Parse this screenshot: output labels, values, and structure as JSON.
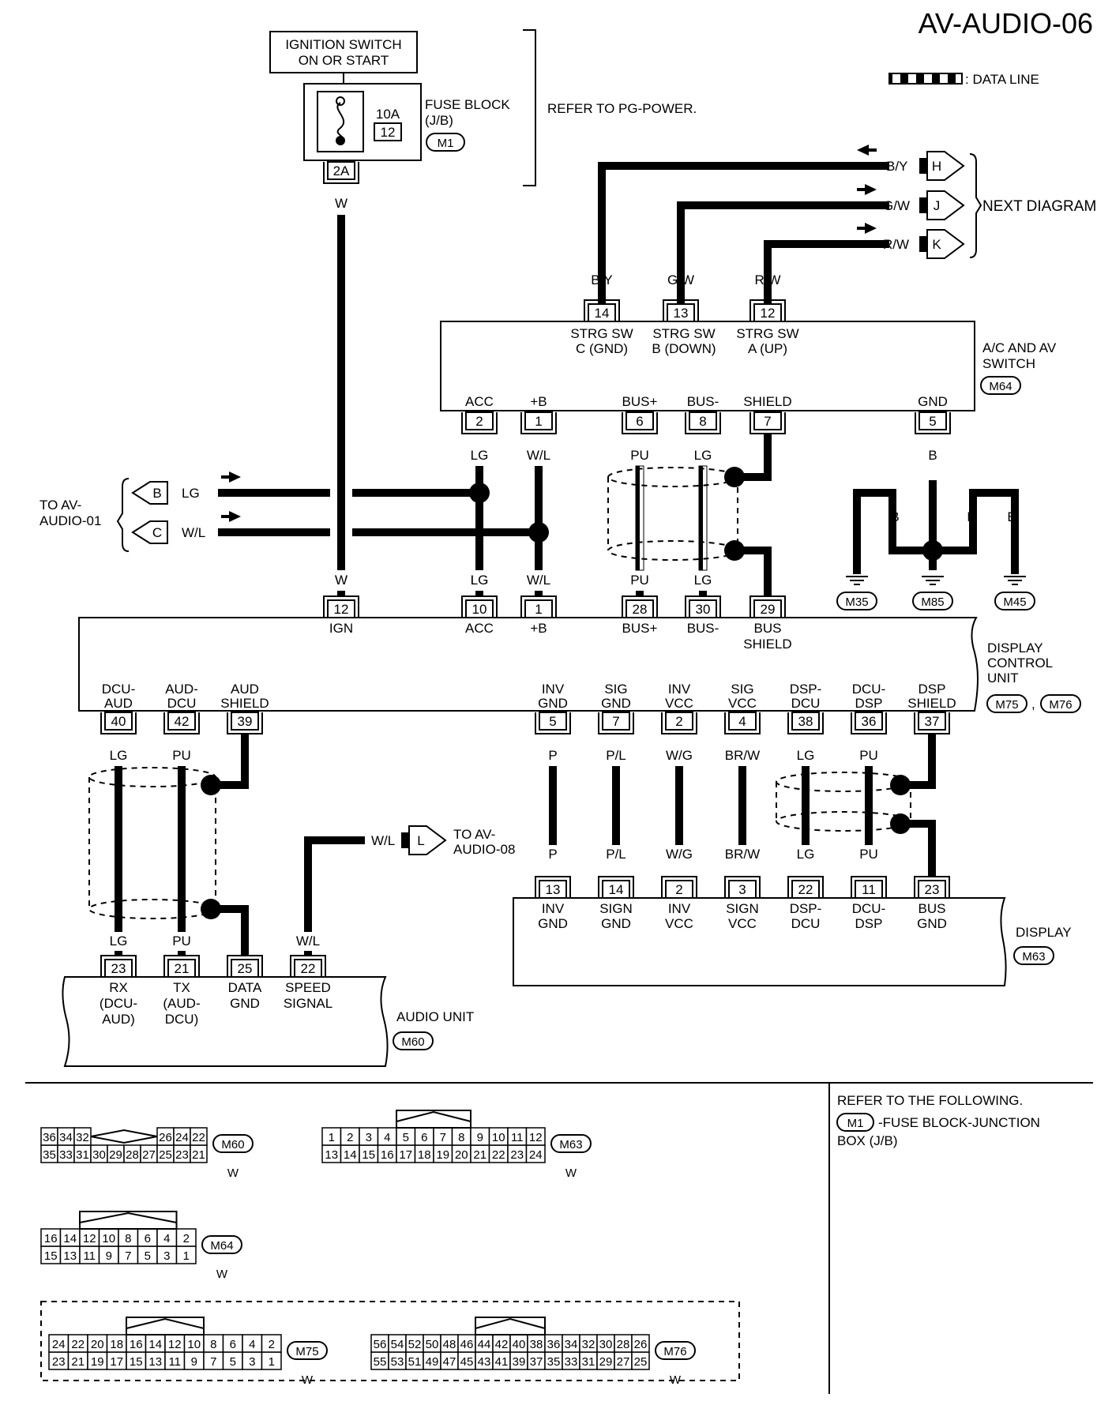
{
  "page_title": "AV-AUDIO-06",
  "legend": {
    "data_line": ": DATA LINE"
  },
  "ignition": {
    "line1": "IGNITION SWITCH",
    "line2": "ON OR START"
  },
  "fuse_block": {
    "line1": "FUSE BLOCK",
    "line2": "(J/B)",
    "amp": "10A",
    "fuse_no": "12",
    "connector": "M1",
    "terminal": "2A",
    "wire": "W"
  },
  "refer_power": "REFER TO PG-POWER.",
  "next_diagram": {
    "label": "NEXT DIAGRAM",
    "items": [
      {
        "wire": "B/Y",
        "letter": "H"
      },
      {
        "wire": "G/W",
        "letter": "J"
      },
      {
        "wire": "R/W",
        "letter": "K"
      }
    ]
  },
  "av_switch": {
    "name1": "A/C AND AV",
    "name2": "SWITCH",
    "connector": "M64",
    "top_pins": [
      {
        "wire": "B/Y",
        "pin": "14",
        "l1": "STRG SW",
        "l2": "C (GND)"
      },
      {
        "wire": "G/W",
        "pin": "13",
        "l1": "STRG SW",
        "l2": "B (DOWN)"
      },
      {
        "wire": "R/W",
        "pin": "12",
        "l1": "STRG SW",
        "l2": "A (UP)"
      }
    ],
    "bottom_pins": [
      {
        "label": "ACC",
        "pin": "2",
        "wire": "LG"
      },
      {
        "label": "+B",
        "pin": "1",
        "wire": "W/L"
      },
      {
        "label": "BUS+",
        "pin": "6",
        "wire": "PU"
      },
      {
        "label": "BUS-",
        "pin": "8",
        "wire": "LG"
      },
      {
        "label": "SHIELD",
        "pin": "7"
      },
      {
        "label": "GND",
        "pin": "5",
        "wire": "B"
      }
    ]
  },
  "to_audio01": {
    "l1": "TO AV-",
    "l2": "AUDIO-01",
    "items": [
      {
        "letter": "B",
        "wire": "LG"
      },
      {
        "letter": "C",
        "wire": "W/L"
      }
    ]
  },
  "grounds": {
    "wires": [
      "B",
      "B",
      "B",
      "B",
      "B"
    ],
    "connectors": [
      "M35",
      "M85",
      "M45"
    ]
  },
  "dcu": {
    "name1": "DISPLAY",
    "name2": "CONTROL",
    "name3": "UNIT",
    "conn_a": "M75",
    "conn_sep": ",",
    "conn_b": "M76",
    "top_pins": [
      {
        "wire": "W",
        "pin": "12",
        "l1": "IGN",
        "l2": ""
      },
      {
        "wire": "LG",
        "pin": "10",
        "l1": "ACC",
        "l2": ""
      },
      {
        "wire": "W/L",
        "pin": "1",
        "l1": "+B",
        "l2": ""
      },
      {
        "wire": "PU",
        "pin": "28",
        "l1": "BUS+",
        "l2": ""
      },
      {
        "wire": "LG",
        "pin": "30",
        "l1": "BUS-",
        "l2": ""
      },
      {
        "wire": "",
        "pin": "29",
        "l1": "BUS",
        "l2": "SHIELD"
      }
    ],
    "bottom_pins": [
      {
        "l1": "DCU-",
        "l2": "AUD",
        "pin": "40"
      },
      {
        "l1": "AUD-",
        "l2": "DCU",
        "pin": "42"
      },
      {
        "l1": "AUD",
        "l2": "SHIELD",
        "pin": "39"
      },
      {
        "l1": "INV",
        "l2": "GND",
        "pin": "5"
      },
      {
        "l1": "SIG",
        "l2": "GND",
        "pin": "7"
      },
      {
        "l1": "INV",
        "l2": "VCC",
        "pin": "2"
      },
      {
        "l1": "SIG",
        "l2": "VCC",
        "pin": "4"
      },
      {
        "l1": "DSP-",
        "l2": "DCU",
        "pin": "38"
      },
      {
        "l1": "DCU-",
        "l2": "DSP",
        "pin": "36"
      },
      {
        "l1": "DSP",
        "l2": "SHIELD",
        "pin": "37"
      }
    ]
  },
  "audio_unit": {
    "name": "AUDIO UNIT",
    "connector": "M60",
    "wires_top": [
      "LG",
      "PU"
    ],
    "pins": [
      {
        "wire": "LG",
        "pin": "23",
        "l1": "RX",
        "l2": "(DCU-",
        "l3": "AUD)"
      },
      {
        "wire": "PU",
        "pin": "21",
        "l1": "TX",
        "l2": "(AUD-",
        "l3": "DCU)"
      },
      {
        "wire": "",
        "pin": "25",
        "l1": "DATA",
        "l2": "GND",
        "l3": ""
      },
      {
        "wire": "W/L",
        "pin": "22",
        "l1": "SPEED",
        "l2": "SIGNAL",
        "l3": ""
      }
    ]
  },
  "to_audio08": {
    "wire": "W/L",
    "letter": "L",
    "l1": "TO AV-",
    "l2": "AUDIO-08"
  },
  "display": {
    "name": "DISPLAY",
    "connector": "M63",
    "wires_top": [
      "P",
      "P/L",
      "W/G",
      "BR/W",
      "LG",
      "PU"
    ],
    "pins": [
      {
        "wire": "P",
        "pin": "13",
        "l1": "INV",
        "l2": "GND"
      },
      {
        "wire": "P/L",
        "pin": "14",
        "l1": "SIGN",
        "l2": "GND"
      },
      {
        "wire": "W/G",
        "pin": "2",
        "l1": "INV",
        "l2": "VCC"
      },
      {
        "wire": "BR/W",
        "pin": "3",
        "l1": "SIGN",
        "l2": "VCC"
      },
      {
        "wire": "LG",
        "pin": "22",
        "l1": "DSP-",
        "l2": "DCU"
      },
      {
        "wire": "PU",
        "pin": "11",
        "l1": "DCU-",
        "l2": "DSP"
      },
      {
        "wire": "",
        "pin": "23",
        "l1": "BUS",
        "l2": "GND"
      }
    ]
  },
  "refer_following": {
    "title": "REFER TO THE FOLLOWING.",
    "conn": "M1",
    "l1": "-FUSE BLOCK-JUNCTION",
    "l2": "BOX (J/B)"
  },
  "connectors": {
    "m60": {
      "label": "M60",
      "color": "W",
      "row1": [
        "36",
        "34",
        "32",
        "26",
        "24",
        "22"
      ],
      "row2": [
        "35",
        "33",
        "31",
        "30",
        "29",
        "28",
        "27",
        "25",
        "23",
        "21"
      ]
    },
    "m63": {
      "label": "M63",
      "color": "W",
      "row1": [
        "1",
        "2",
        "3",
        "4",
        "5",
        "6",
        "7",
        "8",
        "9",
        "10",
        "11",
        "12"
      ],
      "row2": [
        "13",
        "14",
        "15",
        "16",
        "17",
        "18",
        "19",
        "20",
        "21",
        "22",
        "23",
        "24"
      ]
    },
    "m64": {
      "label": "M64",
      "color": "W",
      "row1": [
        "16",
        "14",
        "12",
        "10",
        "8",
        "6",
        "4",
        "2"
      ],
      "row2": [
        "15",
        "13",
        "11",
        "9",
        "7",
        "5",
        "3",
        "1"
      ]
    },
    "m75": {
      "label": "M75",
      "color": "W",
      "row1": [
        "24",
        "22",
        "20",
        "18",
        "16",
        "14",
        "12",
        "10",
        "8",
        "6",
        "4",
        "2"
      ],
      "row2": [
        "23",
        "21",
        "19",
        "17",
        "15",
        "13",
        "11",
        "9",
        "7",
        "5",
        "3",
        "1"
      ]
    },
    "m76": {
      "label": "M76",
      "color": "W",
      "row1": [
        "56",
        "54",
        "52",
        "50",
        "48",
        "46",
        "44",
        "42",
        "40",
        "38",
        "36",
        "34",
        "32",
        "30",
        "28",
        "26"
      ],
      "row2": [
        "55",
        "53",
        "51",
        "49",
        "47",
        "45",
        "43",
        "41",
        "39",
        "37",
        "35",
        "33",
        "31",
        "29",
        "27",
        "25"
      ]
    }
  }
}
